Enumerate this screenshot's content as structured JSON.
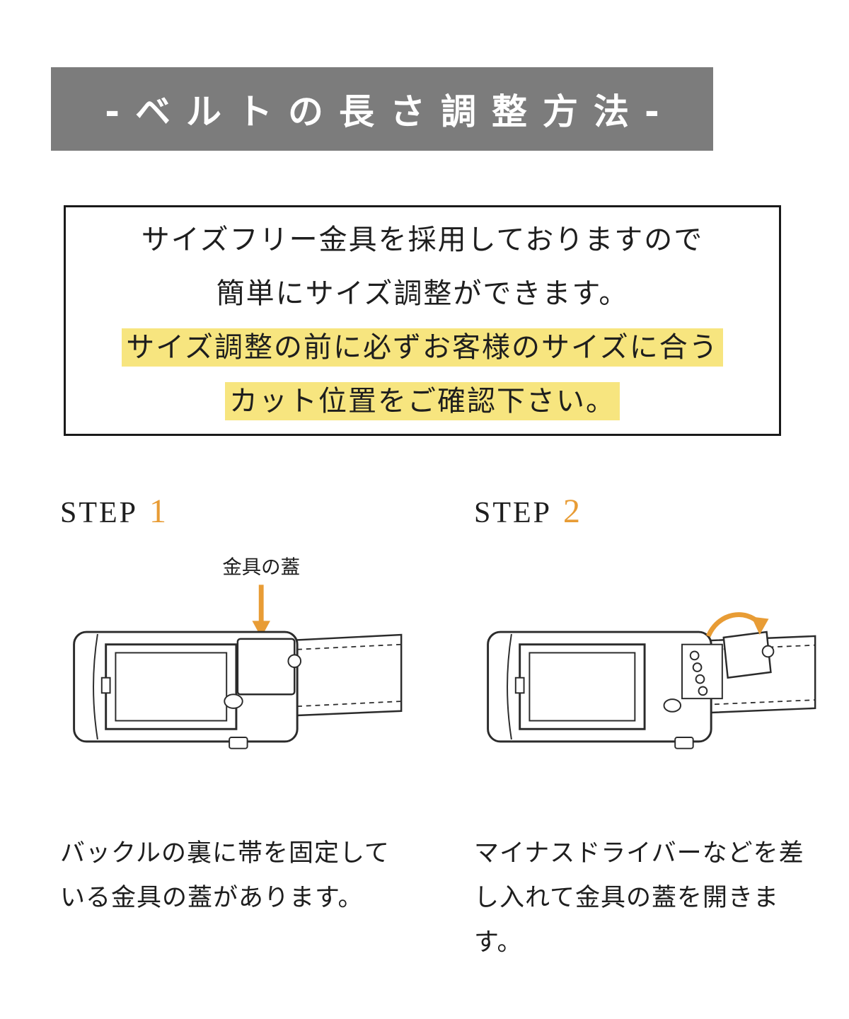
{
  "colors": {
    "banner_bg": "#7c7c7c",
    "highlight_yellow": "#f7e57f",
    "accent_orange": "#e89c35",
    "line_color": "#2b2b2b",
    "text": "#1e1e1e"
  },
  "banner": {
    "title": "-ベルトの長さ調整方法-"
  },
  "intro": {
    "line1": "サイズフリー金具を採用しておりますので",
    "line2": "簡単にサイズ調整ができます。",
    "line3": "サイズ調整の前に必ずお客様のサイズに合う",
    "line4": "カット位置をご確認下さい。"
  },
  "steps": [
    {
      "label": "STEP",
      "number": "1",
      "figure_label": "金具の蓋",
      "caption": "バックルの裏に帯を固定している金具の蓋があります。"
    },
    {
      "label": "STEP",
      "number": "2",
      "caption": "マイナスドライバーなどを差し入れて金具の蓋を開きます。"
    }
  ]
}
